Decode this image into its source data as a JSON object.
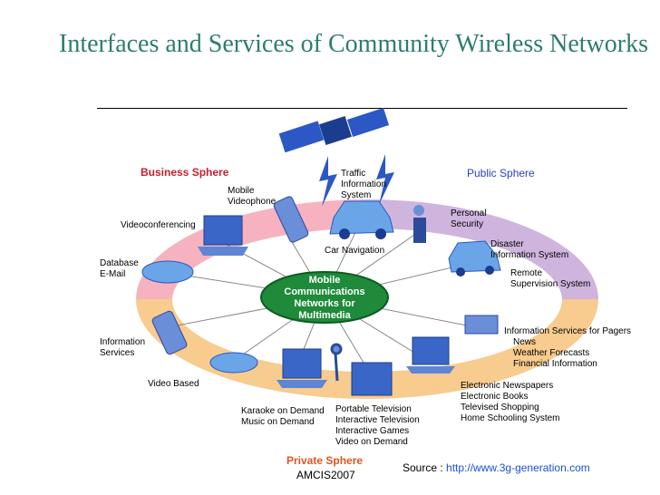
{
  "title": "Interfaces and Services of Community Wireless Networks",
  "center_label": [
    "Mobile",
    "Communications",
    "Networks for",
    "Multimedia"
  ],
  "spheres": {
    "business": "Business Sphere",
    "public": "Public Sphere",
    "private": "Private Sphere"
  },
  "labels": {
    "mobile_videophone": [
      "Mobile",
      "Videophone"
    ],
    "traffic": [
      "Traffic",
      "Information",
      "System"
    ],
    "videoconferencing": "Videoconferencing",
    "database": [
      "Database",
      "E-Mail"
    ],
    "car_navigation": "Car Navigation",
    "personal_security": [
      "Personal",
      "Security"
    ],
    "disaster": [
      "Disaster",
      "Information System"
    ],
    "remote": [
      "Remote",
      "Supervision System"
    ],
    "information_services": [
      "Information",
      "Services"
    ],
    "pagers": [
      "Information Services for Pagers",
      "News",
      "Weather Forecasts",
      "Financial Information"
    ],
    "video_based": "Video Based",
    "electronic": [
      "Electronic Newspapers",
      "Electronic Books",
      "Televised Shopping",
      "Home Schooling System"
    ],
    "karaoke": [
      "Karaoke on Demand",
      "Music on Demand"
    ],
    "portable_tv": [
      "Portable Television",
      "Interactive Television",
      "Interactive Games",
      "Video on Demand"
    ]
  },
  "footer": {
    "amcis": "AMCIS2007",
    "source_prefix": "Source : ",
    "source_url": "http://www.3g-generation.com"
  },
  "colors": {
    "title": "#2e7d6b",
    "business_ring": "#f4a6b4",
    "public_ring": "#c7a8d8",
    "private_ring": "#f7c27a",
    "hub": "#1e8a3a",
    "business_text": "#c81e2e",
    "public_text": "#2b3fbf",
    "private_text": "#e0561f"
  }
}
